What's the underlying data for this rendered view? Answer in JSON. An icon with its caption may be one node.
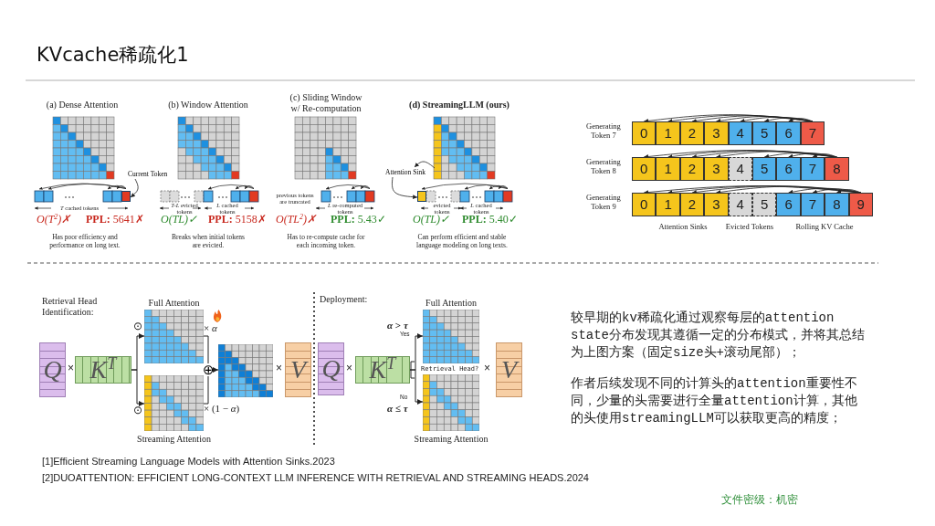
{
  "diagram": {
    "title": "KVcache稀疏化1",
    "nodes": [
      {
        "text": [
          "Q"
        ]
      },
      {
        "text": [
          "K$^{T}$"
        ]
      },
      {
        "text": [
          "Full Attention"
        ]
      },
      {
        "text": [
          "Streaming Attention"
        ]
      },
      {
        "text": [
          "⊕"
        ]
      },
      {
        "text": [],
        "shape": "box"
      },
      {
        "text": [
          "V"
        ]
      },
      {
        "text": [
          "Q"
        ]
      },
      {
        "text": [
          "K$^{T}$"
        ]
      },
      {
        "text": [
          "Full Attention"
        ]
      },
      {
        "text": [
          "Streaming Attention"
        ]
      },
      {
        "text": [
          "V"
        ]
      },
      {
        "text": [
          "Current Token"
        ]
      },
      {
        "text": [
          "Attention Sink"
        ]
      },
      {
        "text": [
          "0"
        ]
      },
      {
        "text": [
          "1"
        ]
      },
      {
        "text": [
          "2"
        ]
      },
      {
        "text": [
          "3"
        ]
      },
      {
        "text": [
          "4"
        ]
      },
      {
        "text": [
          "5"
        ]
      },
      {
        "text": [
          "6"
        ]
      },
      {
        "text": [
          "7"
        ]
      },
      {
        "text": [
          "0"
        ]
      },
      {
        "text": [
          "1"
        ]
      },
      {
        "text": [
          "2"
        ]
      },
      {
        "text": [
          "3"
        ]
      },
      {
        "text": [
          "4"
        ]
      },
      {
        "text": [
          "5"
        ]
      },
      {
        "text": [
          "6"
        ]
      },
      {
        "text": [
          "7"
        ]
      },
      {
        "text": [
          "8"
        ]
      },
      {
        "text": [
          "0"
        ]
      },
      {
        "text": [
          "1"
        ]
      },
      {
        "text": [
          "2"
        ]
      },
      {
        "text": [
          "3"
        ]
      },
      {
        "text": [
          "4"
        ]
      },
      {
        "text": [
          "5"
        ]
      },
      {
        "text": [
          "6"
        ]
      },
      {
        "text": [
          "7"
        ]
      },
      {
        "text": [
          "8"
        ]
      },
      {
        "text": [
          "9"
        ]
      },
      {
        "text": [],
        "shape": "box"
      },
      {
        "text": [],
        "shape": "box"
      }
    ],
    "edges": [
      {
        "from": 1,
        "to": 2,
        "arrow": "to"
      },
      {
        "from": 1,
        "to": 3,
        "arrow": "to"
      },
      {
        "from": 2,
        "to": 4,
        "arrow": "none"
      },
      {
        "from": 3,
        "to": 4,
        "arrow": "none"
      },
      {
        "from": 4,
        "to": 5,
        "arrow": "to"
      },
      {
        "from": 8,
        "to": 9,
        "arrow": "to"
      },
      {
        "from": 8,
        "to": 10,
        "arrow": "to"
      },
      {
        "from": 12,
        "to": 41,
        "arrow": "to"
      },
      {
        "from": null,
        "to": 13,
        "arrow": "to"
      },
      {
        "from": 13,
        "to": 42,
        "arrow": "to"
      },
      {
        "from": 21,
        "to": 14,
        "arrow": "to"
      },
      {
        "from": 21,
        "to": 15,
        "arrow": "to"
      },
      {
        "from": 21,
        "to": 16,
        "arrow": "to"
      },
      {
        "from": 21,
        "to": 17,
        "arrow": "to"
      },
      {
        "from": 21,
        "to": 18,
        "arrow": "to"
      },
      {
        "from": 21,
        "to": 19,
        "arrow": "to"
      },
      {
        "from": 21,
        "to": 20,
        "arrow": "to"
      },
      {
        "from": 30,
        "to": 22,
        "arrow": "to"
      },
      {
        "from": 30,
        "to": 23,
        "arrow": "to"
      },
      {
        "from": 30,
        "to": 24,
        "arrow": "to"
      },
      {
        "from": 30,
        "to": 25,
        "arrow": "to"
      },
      {
        "from": 30,
        "to": 27,
        "arrow": "to"
      },
      {
        "from": 30,
        "to": 28,
        "arrow": "to"
      },
      {
        "from": 30,
        "to": 29,
        "arrow": "to"
      },
      {
        "from": 40,
        "to": 31,
        "arrow": "to"
      },
      {
        "from": 40,
        "to": 32,
        "arrow": "to"
      },
      {
        "from": 40,
        "to": 33,
        "arrow": "to"
      },
      {
        "from": 40,
        "to": 34,
        "arrow": "to"
      },
      {
        "from": 40,
        "to": 37,
        "arrow": "to"
      },
      {
        "from": 40,
        "to": 38,
        "arrow": "to"
      },
      {
        "from": 40,
        "to": 39,
        "arrow": "to"
      }
    ],
    "labels": [
      "(a) Dense Attention",
      "(b) Window Attention",
      "(c) Sliding Window w/ Re-computation",
      "(d) StreamingLLM (ours)",
      "*T* cached tokens",
      "*T-L* evicted tokens",
      "*L* cached tokens",
      "previous tokens are truncated",
      "*L* re-computed tokens",
      "evicted tokens",
      "*L* cached tokens",
      "O(T$^{2}$)✗",
      "**PPL:** 5641✗",
      "O(TL)✓",
      "**PPL:** 5158✗",
      "O(TL$^{2}$)✗",
      "**PPL:** 5.43✓",
      "O(TL)✓",
      "**PPL:** 5.40✓",
      "Has poor efficiency and performance on long text.",
      "Breaks when initial tokens are evicted.",
      "Has to re-compute cache for each incoming token.",
      "Can perform efficient and stable language modeling on long texts.",
      "Generating Token 7",
      "Generating Token 8",
      "Generating Token 9",
      "Attention Sinks",
      "Evicted Tokens",
      "Rolling KV Cache",
      "Retrieval Head Identification:",
      "⊙",
      "× *α*",
      "⊙",
      "× (1 − *α*)",
      "×",
      "×",
      "Deployment:",
      "×",
      "*α* > *τ*",
      "Yes",
      "Retrieval Head?",
      "×",
      "No",
      "*α* ≤ *τ*",
      "较早期的kv稀疏化通过观察每层的attention state分布发现其遵循一定的分布模式，并将其总结为上图方案（固定size头+滚动尾部）；",
      "作者后续发现不同的计算头的attention重要性不同，少量的头需要进行全量attention计算，其他的头使用streamingLLM可以获取更高的精度；",
      "[1]Efficient Streaming Language Models with Attention Sinks.2023",
      "[2]DUOATTENTION: EFFICIENT LONG-CONTEXT LLM INFERENCE WITH RETRIEVAL AND STREAMING HEADS.2024",
      "文件密级：机密"
    ]
  }
}
